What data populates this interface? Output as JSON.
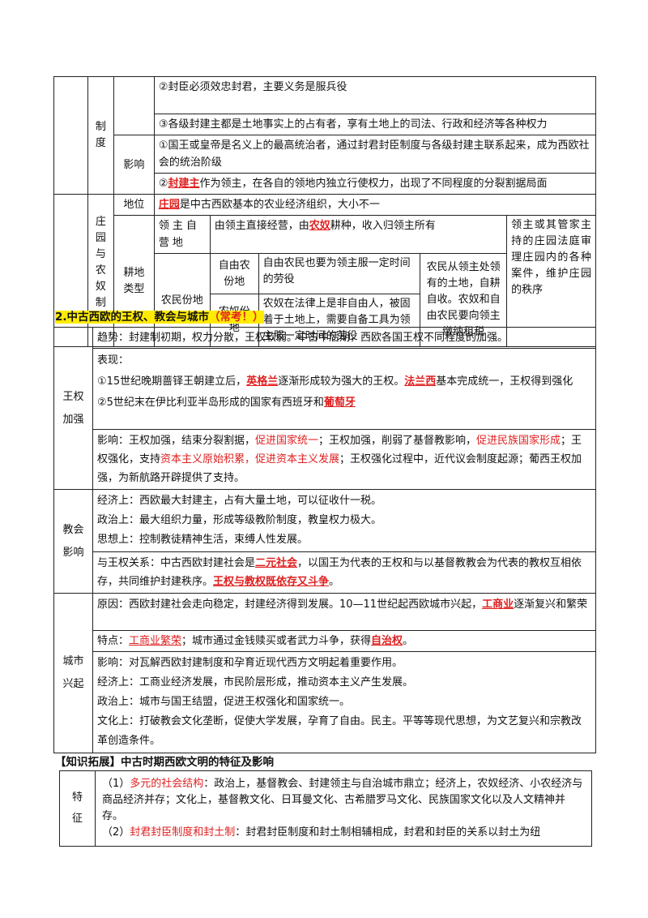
{
  "t1": {
    "zhidu": "制度",
    "yingxiang": "影响",
    "row_a": "②封臣必须效忠封君，主要义务是服兵役",
    "row_b": "③各级封建主都是土地事实上的占有者，享有土地上的司法、行政和经济等各种权力",
    "inf1": "①国王或皇帝是名义上的最高统治者，通过封君封臣制度与各级封建主联系起来，成为西欧社会的统治阶级",
    "inf2_pre": "②",
    "inf2_red": "封建主",
    "inf2_post": "作为领主，在各自的领地内独立行使权力，出现了不同程度的分裂割据局面",
    "zhuangyuan": "庄园与农奴制度",
    "diwei": "地位",
    "diwei_red": "庄园",
    "diwei_text": "是中古西欧基本的农业经济组织，大小不一",
    "gengdi": "耕地类型",
    "lingzhu_ziying": "领主自营地",
    "ziying_pre": "由领主直接经营，由",
    "ziying_red": "农奴",
    "ziying_post": "耕种，收入归领主所有",
    "court": "领主或其管家主持的庄园法庭审理庄园内的各种案件，维护庄园的秩序",
    "nongmin": "农民份地",
    "ziyou": "自由农份地",
    "ziyou_text": "自由农民也要为领主服一定时间的劳役",
    "nongnu": "农奴份地",
    "nongnu_text": "农奴在法律上是非自由人，被固着于土地上，需要自备工具为领主服一定时间的劳役",
    "shared": "农民从领主处领有的土地，自耕自收。农奴和自由农民要向领主缴纳租税"
  },
  "sec2": {
    "title": "2.中古西欧的王权、教会与城市",
    "tag": "（常考！）"
  },
  "wangquan": {
    "label": "王权加强",
    "trend": "趋势：封建制初期，权力分散，王权软弱。中古中后期，西欧各国王权不同程度的加强。",
    "biaoxian": "表现：",
    "p1_a": "①15世纪晚期蔷铎王朝建立后，",
    "p1_red1": "英格兰",
    "p1_b": "逐渐形成较为强大的王权。",
    "p1_red2": "法兰西",
    "p1_c": "基本完成统一，王权得到强化",
    "p2_a": "②5世纪末在伊比利亚半岛形成的国家有西班牙和",
    "p2_red": "葡萄牙",
    "inf_a": "影响：王权加强，结束分裂割据，",
    "inf_r1": "促进国家统一",
    "inf_b": "；王权加强，削弱了基督教影响，",
    "inf_r2": "促进民族国家形成",
    "inf_c": "；王权强化，支持",
    "inf_r3": "资本主义原始积累，促进资本主义发展",
    "inf_d": "；王权强化过程中，近代议会制度起源；葡西王权加强，为新航路开辟提供了支持。"
  },
  "jiaohui": {
    "label": "教会影响",
    "econ": "经济上：西欧最大封建主，占有大量土地，可以征收什一税。",
    "pol": "政治上：最大组织力量，形成等级教阶制度，教皇权力极大。",
    "thought": "思想上：控制教徒精神生活，束缚人性发展。",
    "rel_a": "与王权关系：中古西欧封建社会是",
    "rel_red": "二元社会",
    "rel_b": "，以国王为代表的王权和与以基督教教会为代表的教权互相依存，共同维护封建秩序。",
    "rel_red2": "王权与教权既依存又斗争",
    "rel_end": "。"
  },
  "chengshi": {
    "label": "城市兴起",
    "reason_a": "原因：西欧封建社会走向稳定，封建经济得到发展。10—11世纪起西欧城市兴起，",
    "reason_red": "工商业",
    "reason_b": "逐渐复兴和繁荣",
    "feat_a": "特点：",
    "feat_red": "工商业繁荣",
    "feat_b": "；城市通过金钱赎买或者武力斗争，获得",
    "feat_red2": "自治权",
    "feat_c": "。",
    "inf": "影响：对瓦解西欧封建制度和孕育近现代西方文明起着重要作用。",
    "econ": "经济上：工商业经济发展，市民阶层形成，推动资本主义产生发展。",
    "pol": "政治上：城市与国王结盟，促进王权强化和国家统一。",
    "culture": "文化上：打破教会文化垄断，促使大学发展，孕育了自由。民主。平等等现代思想，为文艺复兴和宗教改革创造条件。"
  },
  "ext": {
    "title": "【知识拓展】中古时期西欧文明的特征及影响",
    "label": "特征",
    "l1_a": "（1）",
    "l1_red": "多元的社会结构",
    "l1_b": "：政治上，基督教会、封建领主与自治城市鼎立；经济上，农奴经济、小农经济与商品经济并存；文化上，基督教文化、日耳曼文化、古希腊罗马文化、民族国家文化以及人文精神并存。",
    "l2_a": "（2）",
    "l2_red": "封君封臣制度和封土制",
    "l2_b": "：封君封臣制度和封土制相辅相成，封君和封臣的关系以封土为纽"
  }
}
